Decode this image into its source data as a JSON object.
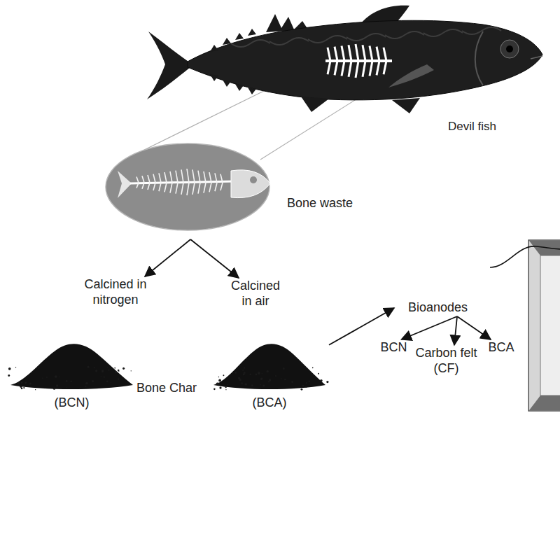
{
  "diagram": {
    "nodes": [
      {
        "text": [
          "Devil fish"
        ]
      },
      {
        "text": [
          "Bone waste"
        ]
      },
      {
        "text": [
          "Calcined in nitrogen"
        ]
      },
      {
        "text": [
          "Calcined in air"
        ]
      },
      {
        "text": [
          "(BCN)"
        ]
      },
      {
        "text": [
          "(BCA)"
        ]
      },
      {
        "text": [
          "Bioanodes"
        ]
      },
      {
        "text": [
          "BCN"
        ]
      },
      {
        "text": [
          "Carbon felt (CF)"
        ]
      },
      {
        "text": [
          "BCA"
        ]
      }
    ],
    "edges": [
      {
        "from": 1,
        "to": 2,
        "arrow": "to"
      },
      {
        "from": 1,
        "to": 3,
        "arrow": "to"
      },
      {
        "from": 5,
        "to": 6,
        "arrow": "to"
      },
      {
        "from": 6,
        "to": 7,
        "arrow": "to"
      },
      {
        "from": 6,
        "to": 8,
        "arrow": "to"
      },
      {
        "from": 6,
        "to": 9,
        "arrow": "to"
      }
    ],
    "labels": [
      "Bone Char"
    ]
  }
}
